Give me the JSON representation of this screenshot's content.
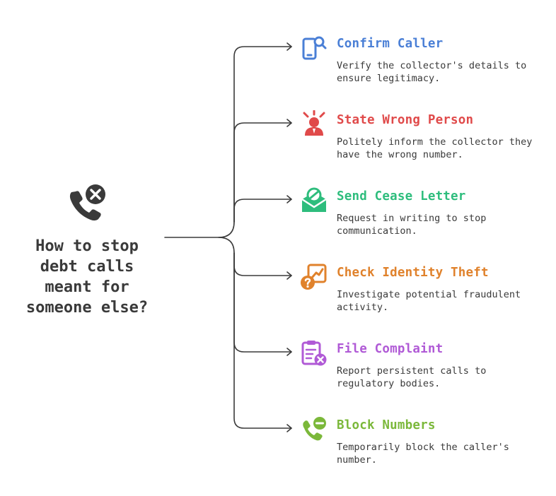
{
  "center": {
    "title": "How to stop\ndebt calls\nmeant for\nsomeone else?",
    "icon": "phone-blocked-icon",
    "color": "#3a3a3a"
  },
  "branches": [
    {
      "title": "Confirm Caller",
      "desc": "Verify the collector's details to ensure legitimacy.",
      "color": "#4a7fd6",
      "icon": "phone-search-icon"
    },
    {
      "title": "State Wrong Person",
      "desc": "Politely inform the collector they have the wrong number.",
      "color": "#e04a4a",
      "icon": "alarmed-person-icon"
    },
    {
      "title": "Send Cease Letter",
      "desc": "Request in writing to stop communication.",
      "color": "#2ebd7d",
      "icon": "mail-block-icon"
    },
    {
      "title": "Check Identity Theft",
      "desc": "Investigate potential fraudulent activity.",
      "color": "#e0822c",
      "icon": "chart-question-icon"
    },
    {
      "title": "File Complaint",
      "desc": "Report persistent calls to regulatory bodies.",
      "color": "#b05ad6",
      "icon": "clipboard-cancel-icon"
    },
    {
      "title": "Block Numbers",
      "desc": "Temporarily block the caller's number.",
      "color": "#7bb83a",
      "icon": "phone-minus-icon"
    }
  ]
}
